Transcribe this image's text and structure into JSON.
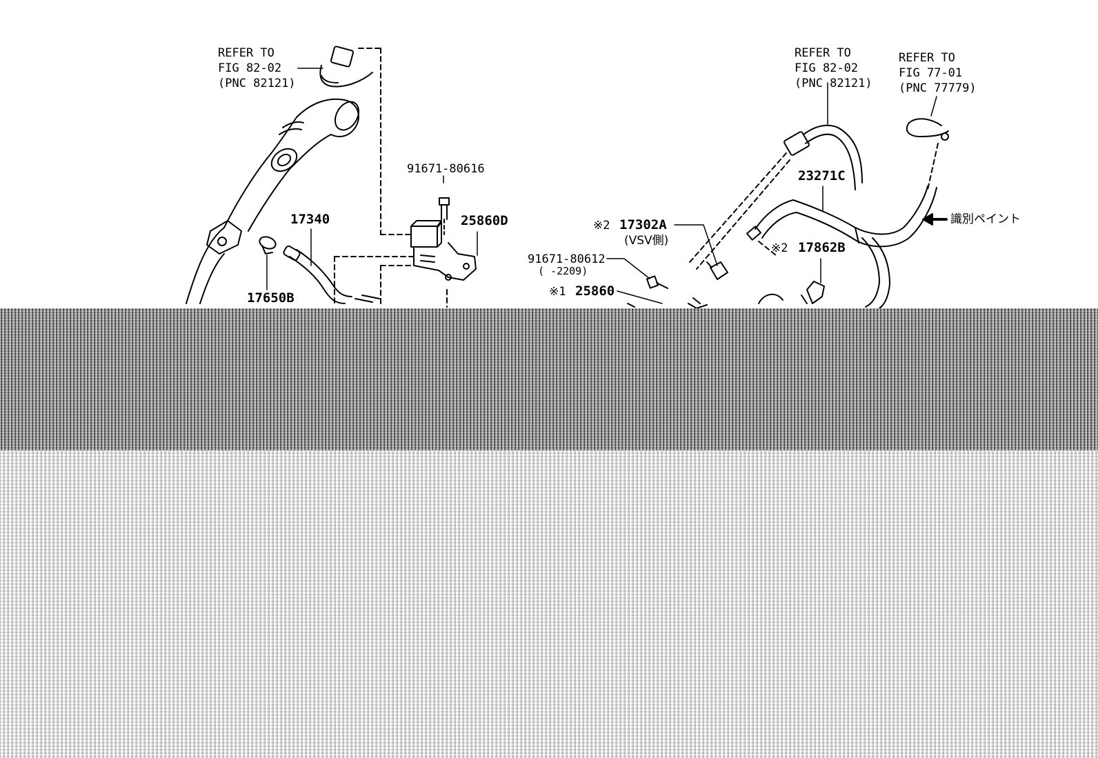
{
  "refs": {
    "left": {
      "l1": "REFER TO",
      "l2": "FIG 82-02",
      "l3": "(PNC 82121)"
    },
    "mid": {
      "l1": "REFER TO",
      "l2": "FIG 82-02",
      "l3": "(PNC 82121)"
    },
    "right": {
      "l1": "REFER TO",
      "l2": "FIG 77-01",
      "l3": "(PNC 77779)"
    }
  },
  "parts": {
    "p17340": "17340",
    "p17650B": "17650B",
    "p91671_80616": "91671-80616",
    "p25860D": "25860D",
    "p23271C": "23271C",
    "p17302A": "17302A",
    "p17302A_mark": "※2",
    "p17302A_note": "(VSV側)",
    "p91671_80612": "91671-80612",
    "p91671_80612_note": "(     -2209)",
    "p25860": "25860",
    "p25860_mark": "※1",
    "p17862B": "17862B",
    "p17862B_mark": "※2",
    "paint_note": "識別ペイント"
  }
}
